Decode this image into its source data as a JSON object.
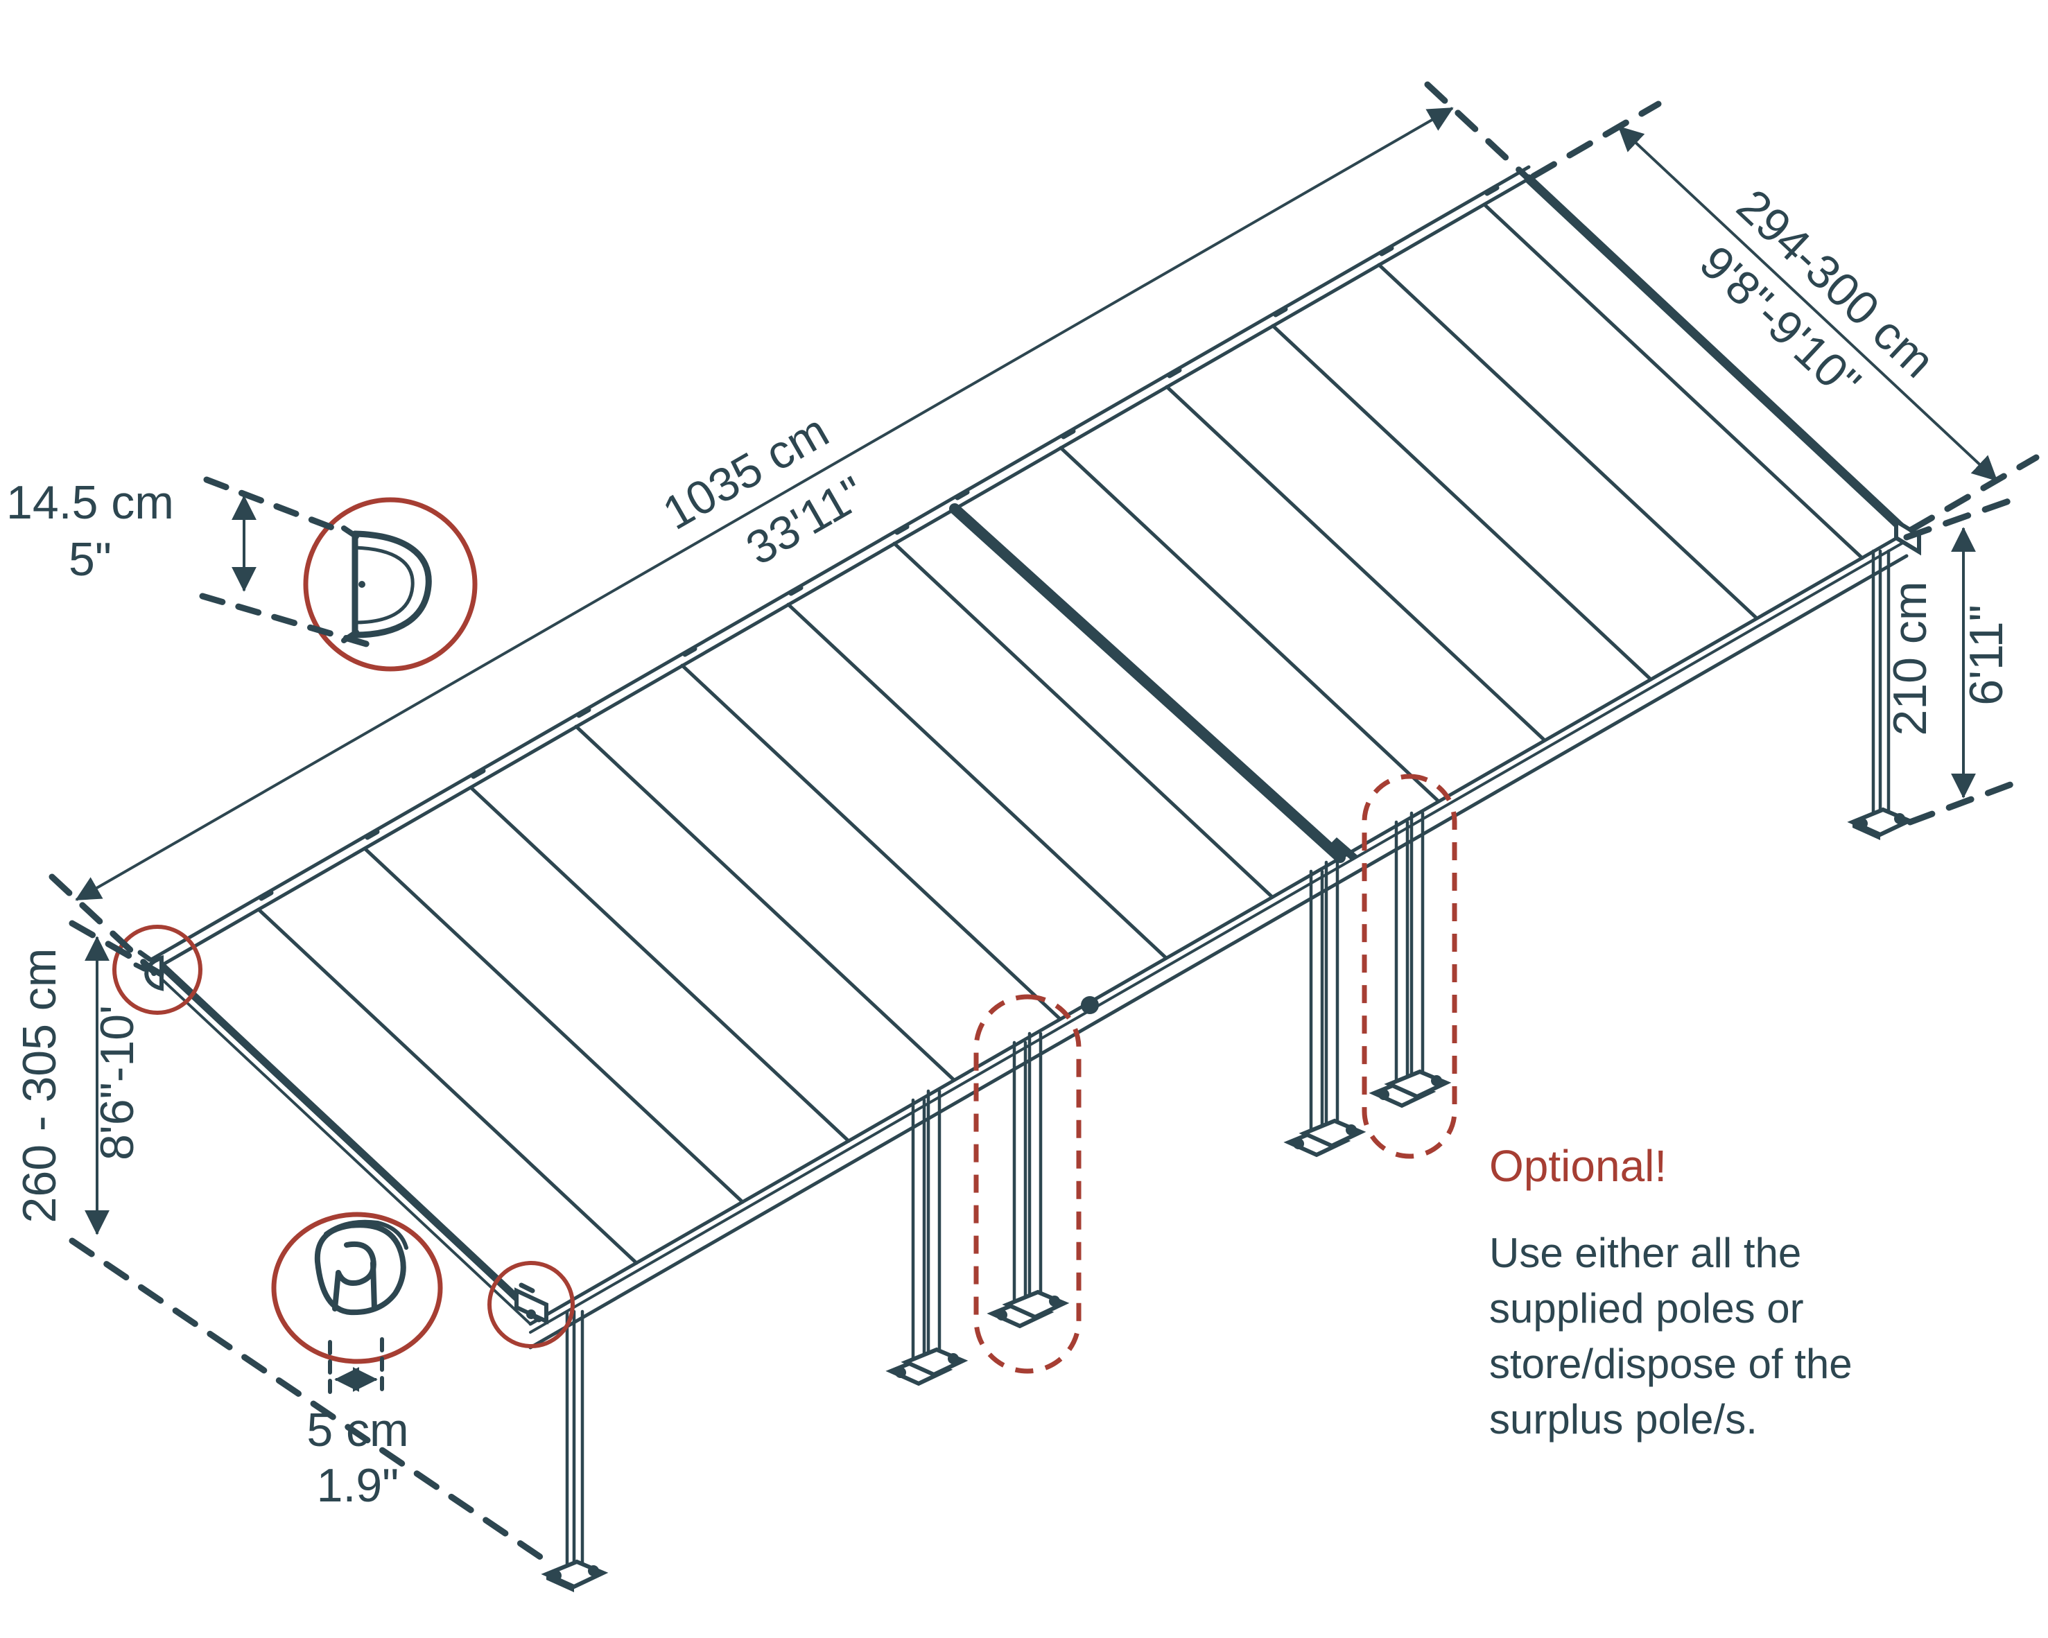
{
  "page": {
    "background": "#ffffff"
  },
  "colors": {
    "line": "#2d4650",
    "accent_red": "#a63e33"
  },
  "diagram": {
    "type": "patio-cover-dimension-drawing",
    "dimensions": {
      "length": {
        "cm": "1035 cm",
        "imperial": "33'11\""
      },
      "depth": {
        "cm": "294-300 cm",
        "imperial": "9'8\"-9'10\""
      },
      "pole_height": {
        "cm": "210 cm",
        "imperial": "6'11\""
      },
      "mounting_height": {
        "cm": "260 - 305 cm",
        "imperial": "8'6\"-10'"
      },
      "profile_height": {
        "cm": "14.5 cm",
        "imperial": "5\""
      },
      "pole_width": {
        "cm": "5 cm",
        "imperial": "1.9\""
      }
    },
    "note": {
      "title": "Optional!",
      "lines": [
        "Use either all the",
        "supplied poles or",
        "store/dispose of the",
        "surplus pole/s."
      ]
    }
  }
}
